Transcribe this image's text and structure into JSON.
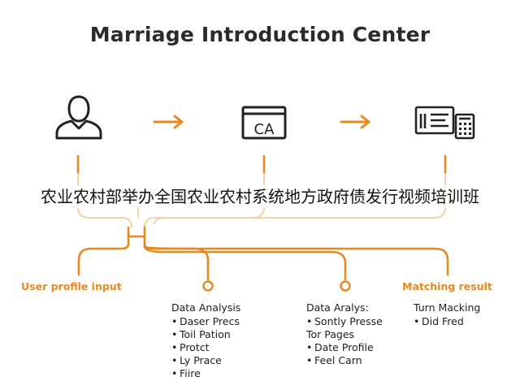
{
  "title": "Marriage Introduction Center",
  "overlay_text": "农业农村部举办全国农业农村系统地方政府债发行视频培训班",
  "icons": [
    {
      "name": "user-icon"
    },
    {
      "name": "ca-card-icon",
      "text": "CA"
    },
    {
      "name": "document-calculator-icon"
    }
  ],
  "colors": {
    "accent": "#e8891f",
    "dark": "#222222",
    "connector_light": "#f4d2a8"
  },
  "steps": {
    "user_profile": "User profile input",
    "matching": "Matching result"
  },
  "columns": {
    "col1": {
      "heading": "Data Analysis",
      "items": [
        "Daser Precs",
        "Toil Pation",
        "Protct",
        "Ly Prace",
        "Fiire"
      ]
    },
    "col2": {
      "heading": "Data Aralys:",
      "items": [
        "Sontly Presse",
        "Tor Pages",
        "Date Profile",
        "Feel Carn"
      ]
    },
    "col3": {
      "heading": "Turn Macking",
      "items": [
        "Did Fred"
      ]
    }
  }
}
